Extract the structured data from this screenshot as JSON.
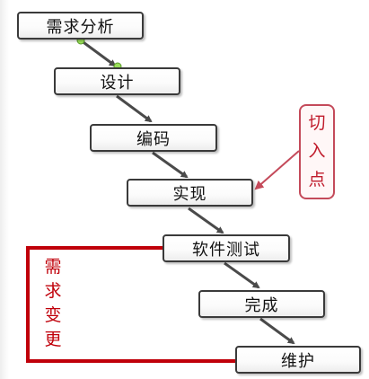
{
  "steps": [
    {
      "label": "需求分析"
    },
    {
      "label": "设计"
    },
    {
      "label": "编码"
    },
    {
      "label": "实现"
    },
    {
      "label": "软件测试"
    },
    {
      "label": "完成"
    },
    {
      "label": "维护"
    }
  ],
  "entry_point": {
    "chars": [
      "切",
      "入",
      "点"
    ]
  },
  "feedback_loop": {
    "chars": [
      "需",
      "求",
      "变",
      "更"
    ]
  },
  "colors": {
    "flow_arrow": "#555555",
    "feedback_line": "#c0000a",
    "callout": "#c44a5a",
    "connector_dot": "#9be05a"
  }
}
